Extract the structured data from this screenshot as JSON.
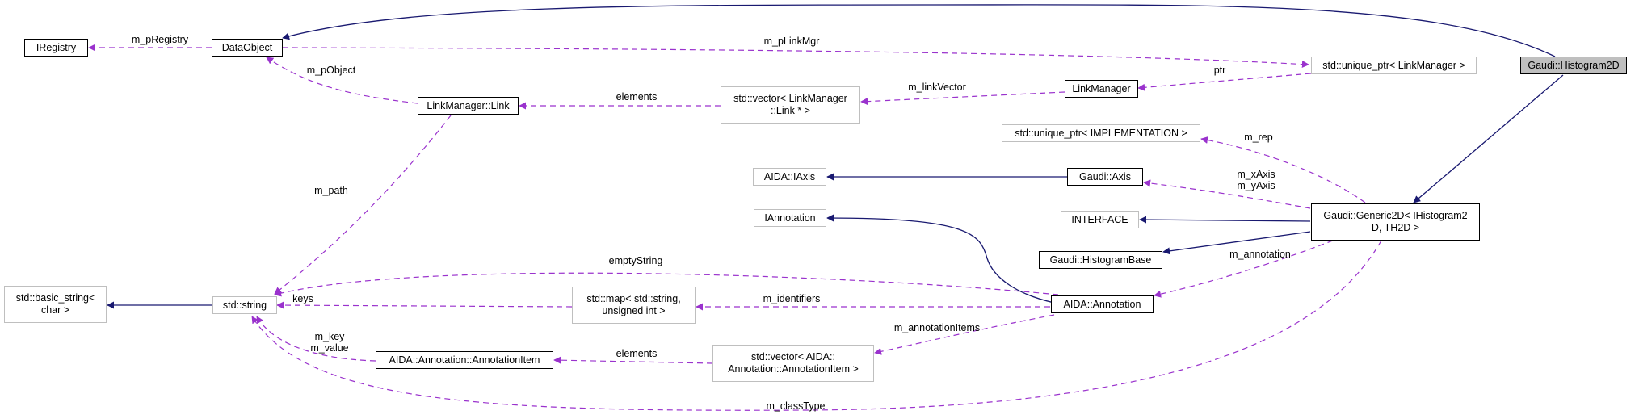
{
  "colors": {
    "inheritance": "#191970",
    "usage": "#9a32cd",
    "external_border": "#bfbfbf",
    "current_fill": "#bfbfbf"
  },
  "nodes": {
    "histogram2d": "Gaudi::Histogram2D",
    "generic2d": "Gaudi::Generic2D< IHistogram2\nD, TH2D >",
    "dataobject": "DataObject",
    "iregistry": "IRegistry",
    "unique_ptr_linkmgr": "std::unique_ptr< LinkManager >",
    "linkmanager": "LinkManager",
    "vector_link": "std::vector< LinkManager\n::Link * >",
    "linkmanager_link": "LinkManager::Link",
    "unique_ptr_impl": "std::unique_ptr< IMPLEMENTATION >",
    "aida_iaxis": "AIDA::IAxis",
    "gaudi_axis": "Gaudi::Axis",
    "iannotation": "IAnnotation",
    "interface": "INTERFACE",
    "histogrambase": "Gaudi::HistogramBase",
    "basic_string": "std::basic_string<\nchar >",
    "string": "std::string",
    "map_string": "std::map< std::string,\nunsigned int >",
    "aida_annotation": "AIDA::Annotation",
    "annotation_item": "AIDA::Annotation::AnnotationItem",
    "vector_annotation_item": "std::vector< AIDA::\nAnnotation::AnnotationItem >"
  },
  "edge_labels": {
    "m_pRegistry": "m_pRegistry",
    "m_pLinkMgr": "m_pLinkMgr",
    "m_pObject": "m_pObject",
    "ptr": "ptr",
    "m_linkVector": "m_linkVector",
    "elements_link": "elements",
    "m_rep": "m_rep",
    "m_xAxis_yAxis": "m_xAxis\nm_yAxis",
    "m_path": "m_path",
    "emptyString": "emptyString",
    "m_annotation": "m_annotation",
    "keys": "keys",
    "m_identifiers": "m_identifiers",
    "m_annotationItems": "m_annotationItems",
    "m_key_value": "m_key\nm_value",
    "elements_item": "elements",
    "m_classType": "m_classType"
  }
}
